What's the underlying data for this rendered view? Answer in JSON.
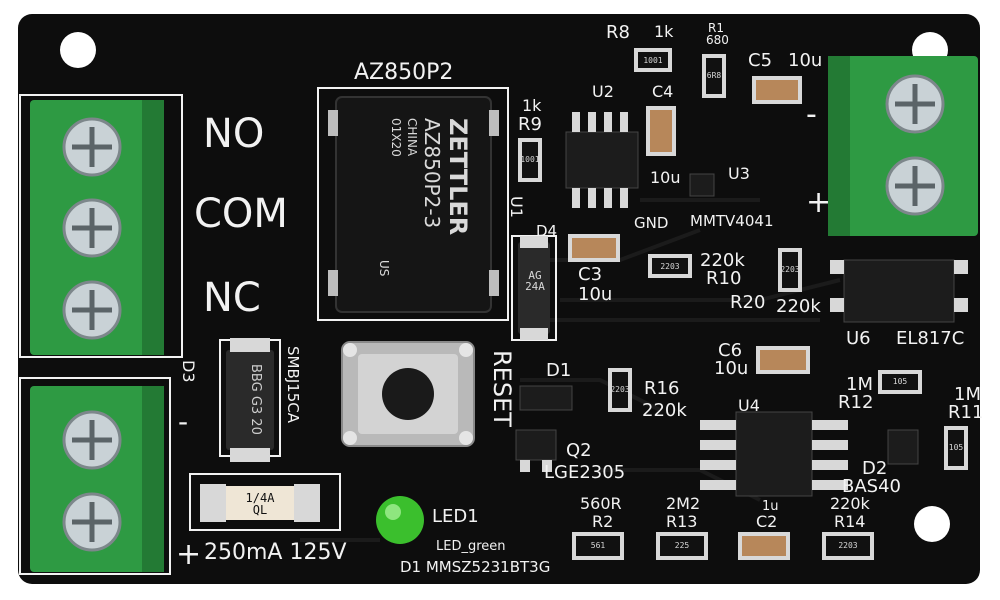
{
  "colors": {
    "pcb": "#0d0d0d",
    "silkscreen": "#f2f2f2",
    "terminal_green": "#2e9a43",
    "screw_metal": "#c9d2d6",
    "led_green": "#3bbf2d",
    "pad_tin": "#d8d8d8"
  },
  "relay": {
    "silk_label": "AZ850P2",
    "body_lines": [
      "ZETTLER",
      "AZ850P2-3",
      "CHINA",
      "01X20",
      "US"
    ],
    "pins": [
      "NO",
      "COM",
      "NC"
    ]
  },
  "labels": {
    "r8": "R8",
    "r8_val": "1k",
    "r1": "R1",
    "r1_val": "680",
    "c5": "C5",
    "c5_val": "10u",
    "r9_val": "1k",
    "r9": "R9",
    "u2": "U2",
    "c4": "C4",
    "c4_val": "10u",
    "u3": "U3",
    "u1": "U1",
    "gnd": "GND",
    "mmtv": "MMTV4041",
    "d4": "D4",
    "d4_mark": "AG\n24A",
    "c3": "C3",
    "c3_val": "10u",
    "r10": "R10",
    "r10_val": "220k",
    "r20": "R20",
    "r20_val": "220k",
    "u6": "U6",
    "el817": "EL817C",
    "c6": "C6",
    "c6_val": "10u",
    "d3": "D3",
    "smbj": "SMBJ15CA",
    "d3_mark": "BBG G3 20",
    "reset": "RESET",
    "d1": "D1",
    "r16": "R16",
    "r16_val": "220k",
    "q2": "Q2",
    "lge": "LGE2305",
    "u4": "U4",
    "r12_val": "1M",
    "r12": "R12",
    "r11_val": "1M",
    "r11": "R11",
    "d2": "D2",
    "bas40": "BAS40",
    "fuse_mark": "1/4A QL",
    "fuse_text": "250mA 125V",
    "led1": "LED1",
    "led_green": "LED_green",
    "d1_zener": "D1 MMSZ5231BT3G",
    "r2_val": "560R",
    "r2": "R2",
    "r13_val": "2M2",
    "r13": "R13",
    "c2_val": "1u",
    "c2": "C2",
    "r14_val": "220k",
    "r14": "R14",
    "plus_left": "+",
    "minus_left": "-",
    "plus_right": "+",
    "minus_right": "-"
  },
  "markings": {
    "r8": "1001",
    "r1": "6R8",
    "r9": "1001",
    "r10": "2203",
    "r20": "2203",
    "r16": "2203",
    "r2": "561",
    "r13": "225",
    "r14": "2203",
    "r12": "105",
    "r11": "105"
  }
}
